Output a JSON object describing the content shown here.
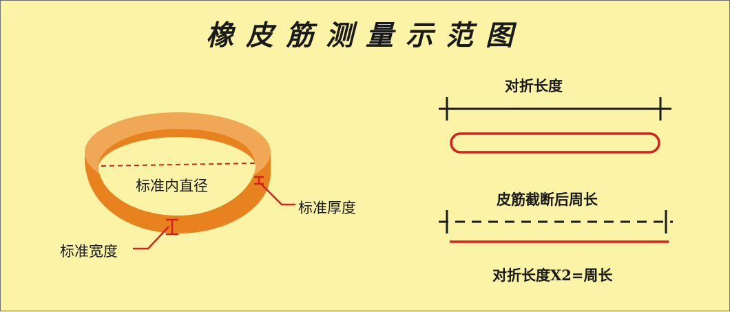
{
  "title": "橡皮筋测量示范图",
  "ring": {
    "inner_diameter_label": "标准内直径",
    "thickness_label": "标准厚度",
    "width_label": "标准宽度"
  },
  "measure": {
    "folded_length_label": "对折长度",
    "cut_perimeter_label": "皮筋截断后周长",
    "formula_label": "对折长度X2=周长"
  },
  "colors": {
    "background": "#fbf3a5",
    "ring_outer": "#f0a857",
    "ring_side": "#e8821f",
    "accent_red": "#d42020",
    "line_dark": "#1a1a1a"
  }
}
